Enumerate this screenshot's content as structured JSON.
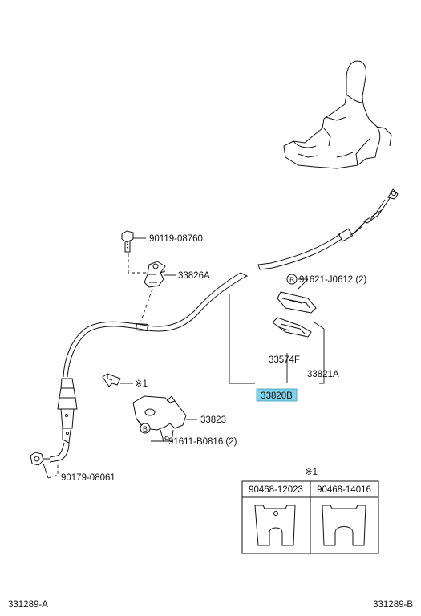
{
  "diagram": {
    "parts": {
      "p90119": "90119-08760",
      "p33826A": "33826A",
      "p91621": "91621-J0612 (2)",
      "p33574F": "33574F",
      "p33821A": "33821A",
      "p33820B": "33820B",
      "p33823": "33823",
      "p91611": "91611-B0816 (2)",
      "p90179": "90179-08061",
      "star_mark": "※1"
    },
    "callout_b": "B",
    "table": {
      "header_mark": "※1",
      "col1": "90468-12023",
      "col2": "90468-14016"
    },
    "footer": {
      "left": "331289-A",
      "right": "331289-B"
    },
    "colors": {
      "highlight": "#7fd3ea",
      "line": "#111111"
    }
  }
}
